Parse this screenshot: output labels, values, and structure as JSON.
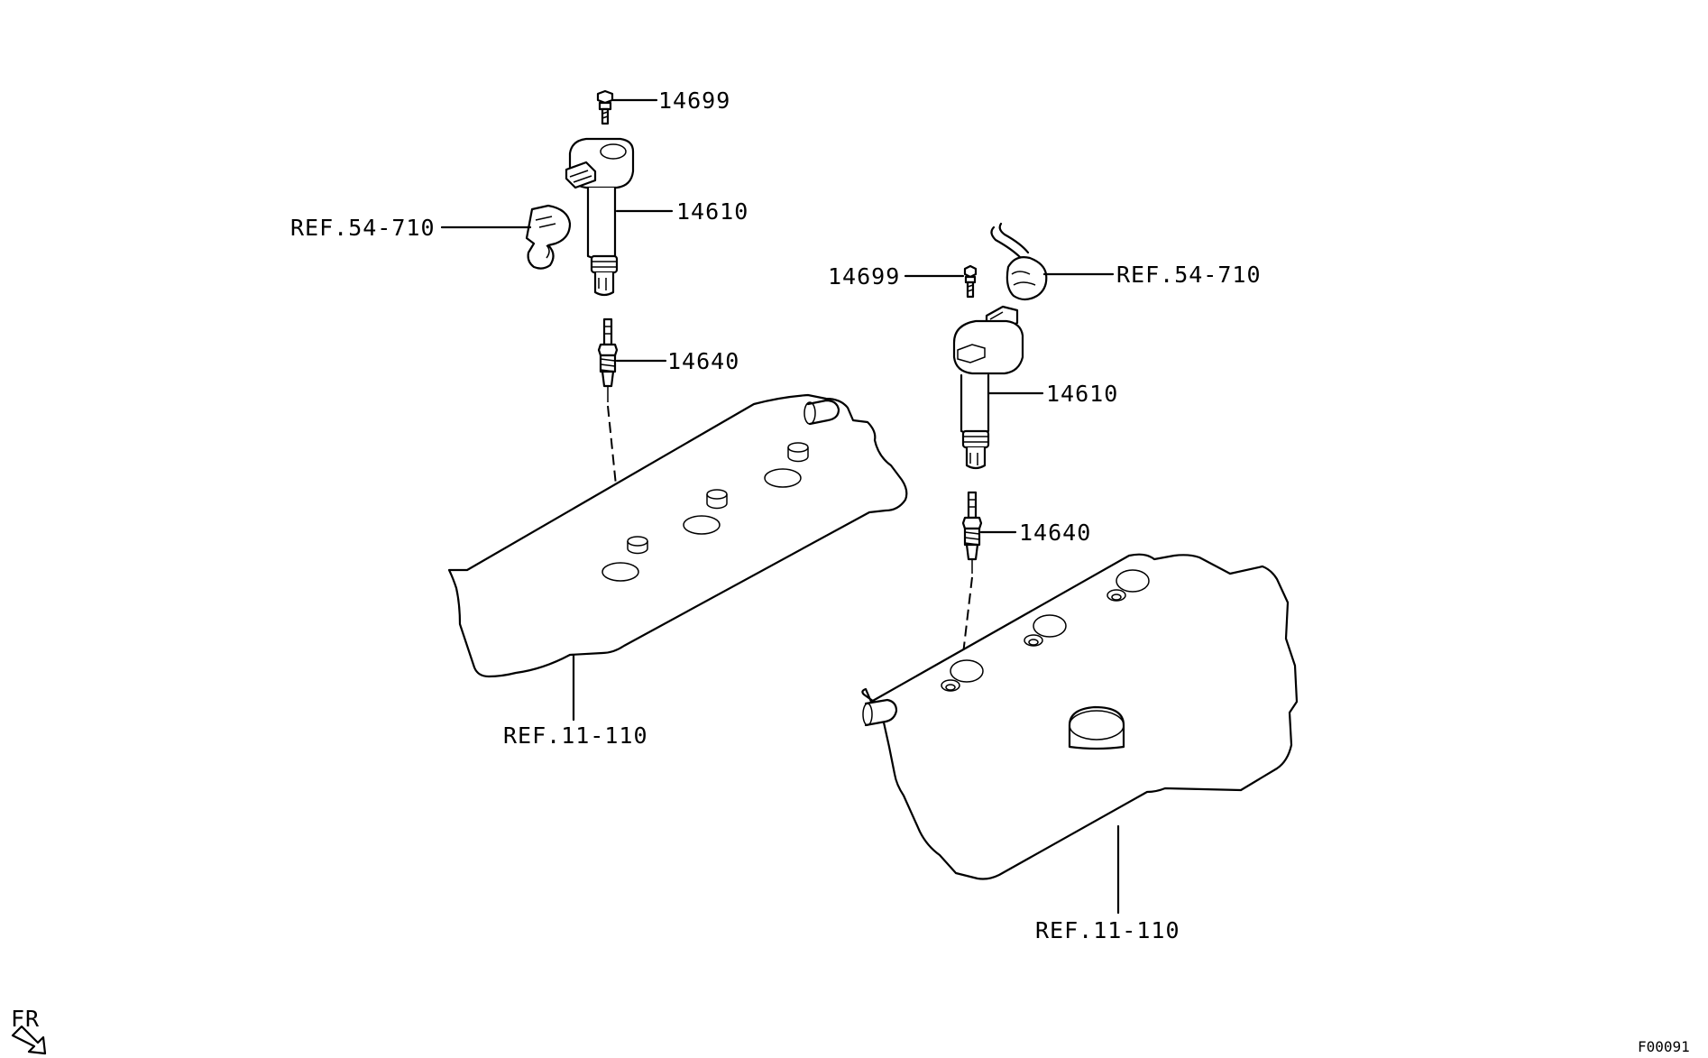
{
  "labels": {
    "left_bolt": "14699",
    "left_coil": "14610",
    "left_connector_ref": "REF.54-710",
    "left_plug": "14640",
    "left_cover_ref": "REF.11-110",
    "right_bolt": "14699",
    "right_connector_ref": "REF.54-710",
    "right_coil": "14610",
    "right_plug": "14640",
    "right_cover_ref": "REF.11-110"
  },
  "direction_label": "FR",
  "figure_code": "F00091"
}
